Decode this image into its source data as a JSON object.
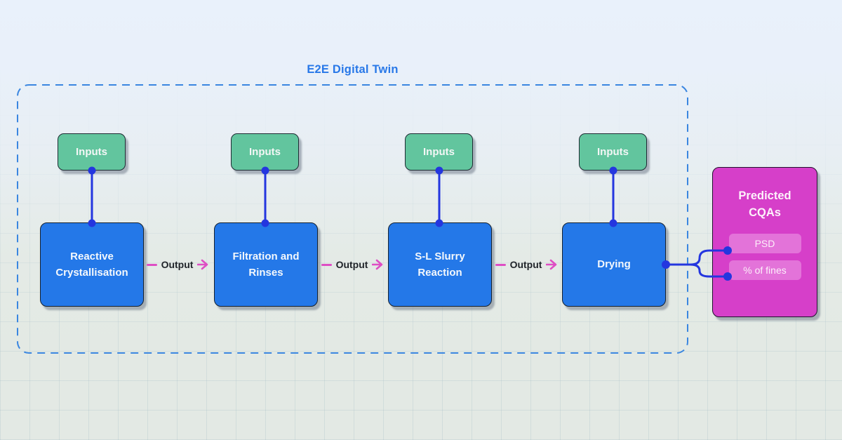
{
  "diagram": {
    "title": "E2E Digital Twin",
    "columns": [
      {
        "input": "Inputs",
        "process": "Reactive Crystallisation"
      },
      {
        "input": "Inputs",
        "process": "Filtration and Rinses"
      },
      {
        "input": "Inputs",
        "process": "S-L Slurry Reaction"
      },
      {
        "input": "Inputs",
        "process": "Drying"
      }
    ],
    "edges": {
      "output_label": "Output"
    },
    "predicted_cqas": {
      "title": "Predicted CQAs",
      "items": [
        {
          "label": "PSD"
        },
        {
          "label": "% of fines"
        }
      ]
    },
    "colors": {
      "input_node": "#62c59e",
      "process_node": "#2478e8",
      "cqa_node": "#d63fc9",
      "cqa_chip": "#e373d9",
      "connector_blue": "#2436df",
      "arrow_magenta": "#de4ec4",
      "boundary_dash": "#3a86e0",
      "title_text": "#2878e8",
      "output_text": "#20242a"
    }
  }
}
